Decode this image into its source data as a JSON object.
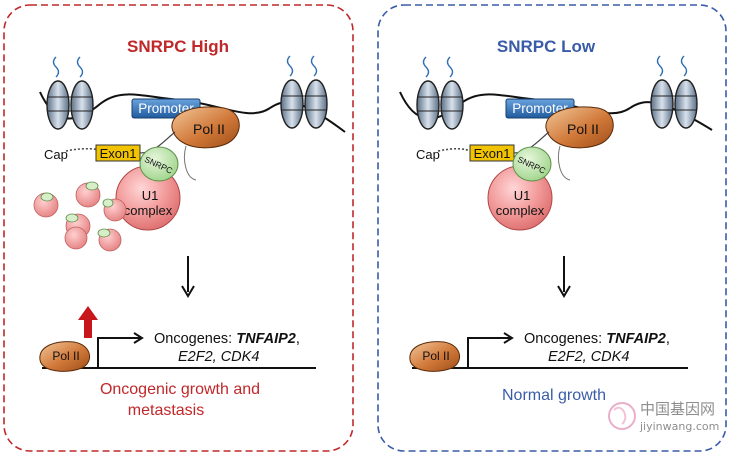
{
  "panels": [
    {
      "title": "SNRPC High",
      "color": "#c0282a",
      "promoter": "Promoter",
      "pol2": "Pol II",
      "cap": "Cap",
      "exon": "Exon1",
      "snrpc": "SNRPC",
      "u1_line1": "U1",
      "u1_line2": "complex",
      "bottom_pol2": "Pol II",
      "oncogenes_prefix": "Oncogenes: ",
      "oncogenes_bold": "TNFAIP2",
      "oncogenes_comma": ",",
      "oncogenes_line2": "E2F2, CDK4",
      "result_line1": "Oncogenic growth and",
      "result_line2": "metastasis"
    },
    {
      "title": "SNRPC Low",
      "color": "#3a5ca8",
      "promoter": "Promoter",
      "pol2": "Pol II",
      "cap": "Cap",
      "exon": "Exon1",
      "snrpc": "SNRPC",
      "u1_line1": "U1",
      "u1_line2": "complex",
      "bottom_pol2": "Pol II",
      "oncogenes_prefix": "Oncogenes: ",
      "oncogenes_bold": "TNFAIP2",
      "oncogenes_comma": ",",
      "oncogenes_line2": "E2F2, CDK4",
      "result_line1": "Normal growth"
    }
  ],
  "watermark": {
    "line1": "中国基因网",
    "line2": "jiyinwang.com"
  },
  "colors": {
    "promoter": "#2f6fb5",
    "exon": "#f2c300",
    "pol2": "#c46a2a",
    "snrpc": "#bfe3b0",
    "u1": "#f2a0a0",
    "up_arrow": "#c8161d"
  }
}
